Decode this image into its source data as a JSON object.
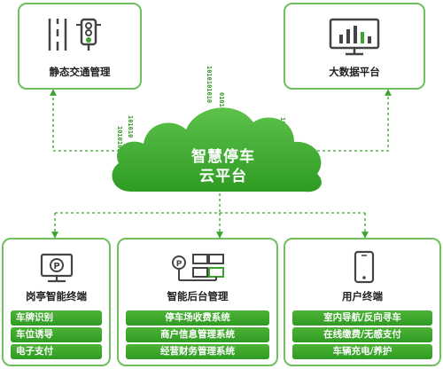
{
  "top_left": {
    "title": "静态交通管理",
    "icon": "traffic-light-road-icon"
  },
  "top_right": {
    "title": "大数据平台",
    "icon": "monitor-chart-icon"
  },
  "cloud": {
    "line1": "智慧停车",
    "line2": "云平台",
    "icon": "cloud-icon"
  },
  "binary": [
    "10101010",
    "101010",
    "1010101010",
    "01010",
    "1010101010"
  ],
  "bottom": [
    {
      "title": "岗亭智能终端",
      "icon": "parking-terminal-icon",
      "items": [
        "车牌识别",
        "车位诱导",
        "电子支付"
      ]
    },
    {
      "title": "智能后台管理",
      "icon": "backend-network-icon",
      "items": [
        "停车场收费系统",
        "商户信息管理系统",
        "经营财务管理系统"
      ]
    },
    {
      "title": "用户终端",
      "icon": "smartphone-icon",
      "items": [
        "室内导航/反向寻车",
        "在线缴费/无感支付",
        "车辆充电/养护"
      ]
    }
  ],
  "colors": {
    "accent": "#3aa52c",
    "border": "#6fbf5c",
    "cloud": "#3aa52c"
  }
}
